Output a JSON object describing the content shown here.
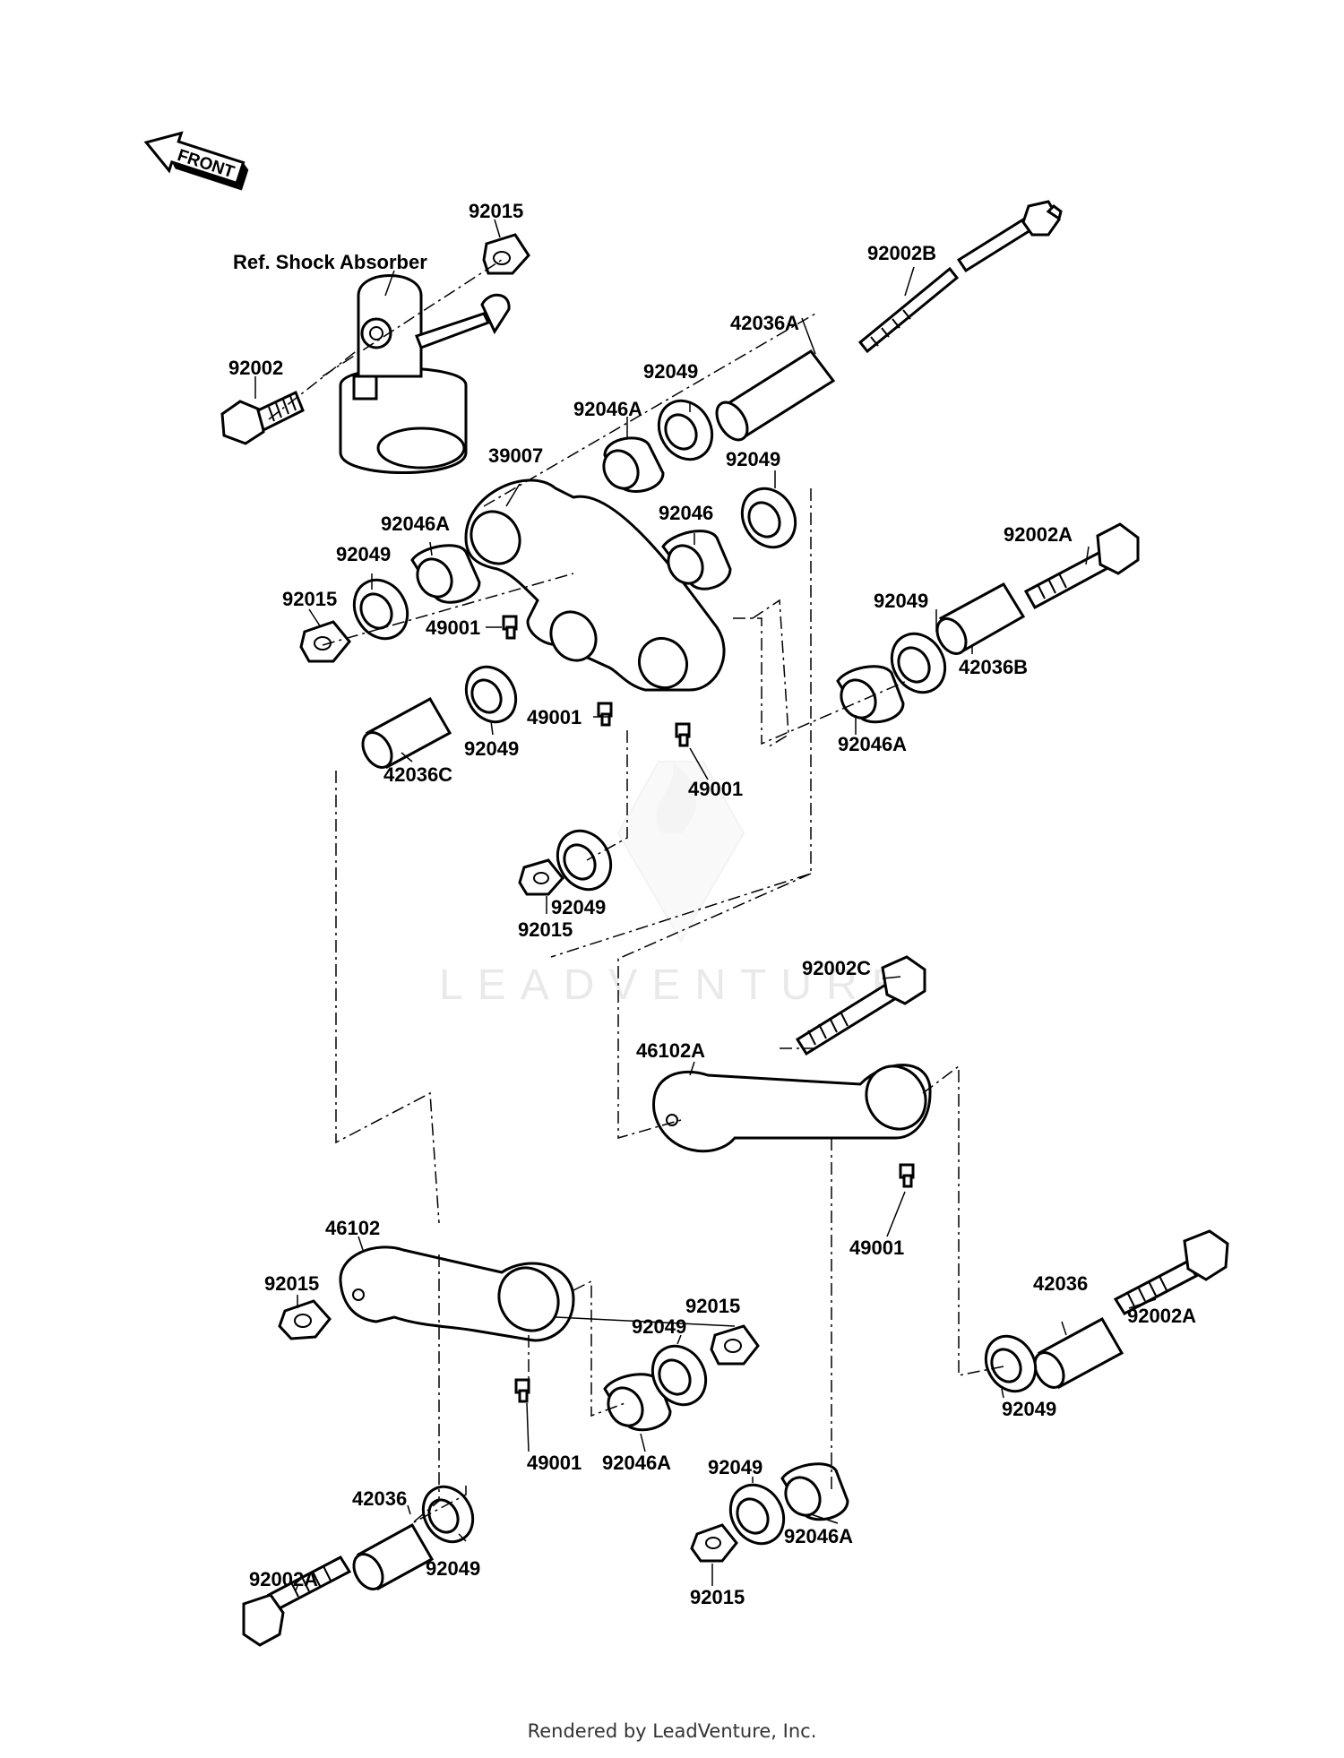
{
  "front_label": "FRONT",
  "ref_label": "Ref. Shock Absorber",
  "watermark": "LEADVENTURE",
  "footer": "Rendered by LeadVenture, Inc.",
  "labels": [
    "92015",
    "92002",
    "92002B",
    "42036A",
    "92049",
    "92046A",
    "39007",
    "92049",
    "92046",
    "92046A",
    "92049",
    "92015",
    "92002A",
    "92049",
    "49001",
    "42036B",
    "49001",
    "92049",
    "92046A",
    "49001",
    "42036C",
    "92049",
    "92015",
    "92002C",
    "46102A",
    "49001",
    "46102",
    "42036",
    "92015",
    "92015",
    "92049",
    "92002A",
    "49001",
    "92046A",
    "92049",
    "92049",
    "42036",
    "92002A",
    "92049",
    "92046A",
    "92015"
  ]
}
